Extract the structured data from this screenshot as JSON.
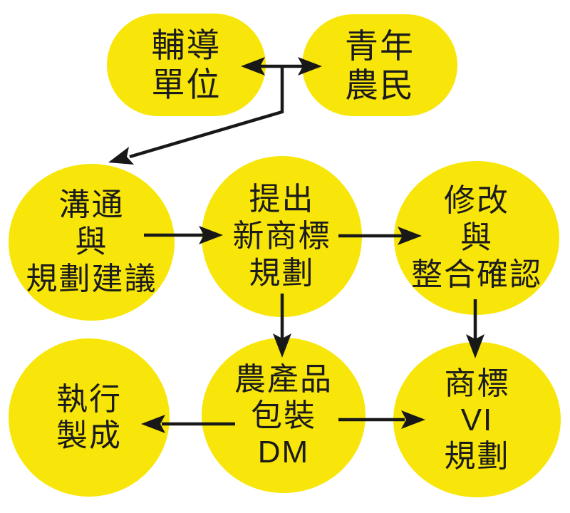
{
  "diagram": {
    "type": "flowchart",
    "colors": {
      "background": "#ffffff",
      "node_fill": "#f8e60a",
      "line": "#181818",
      "text": "#1b1b1b"
    },
    "nodes": [
      {
        "id": "counseling-unit",
        "lines": [
          "輔導",
          "單位"
        ]
      },
      {
        "id": "young-farmers",
        "lines": [
          "青年",
          "農民"
        ]
      },
      {
        "id": "communication-planning",
        "lines": [
          "溝通",
          "與",
          "規劃建議"
        ]
      },
      {
        "id": "new-trademark-proposal",
        "lines": [
          "提出",
          "新商標",
          "規劃"
        ]
      },
      {
        "id": "revision-confirmation",
        "lines": [
          "修改",
          "與",
          "整合確認"
        ]
      },
      {
        "id": "execution-production",
        "lines": [
          "執行",
          "製成"
        ]
      },
      {
        "id": "produce-packaging-dm",
        "lines": [
          "農產品",
          "包裝",
          "DM"
        ]
      },
      {
        "id": "trademark-vi-planning",
        "lines": [
          "商標",
          "VI",
          "規劃"
        ]
      }
    ],
    "edges": [
      {
        "from": "counseling-unit",
        "to": "young-farmers",
        "bidirectional": true
      },
      {
        "from": "counseling-unit-and-young-farmers",
        "to": "communication-planning",
        "bidirectional": false
      },
      {
        "from": "communication-planning",
        "to": "new-trademark-proposal",
        "bidirectional": false
      },
      {
        "from": "new-trademark-proposal",
        "to": "revision-confirmation",
        "bidirectional": false
      },
      {
        "from": "new-trademark-proposal",
        "to": "produce-packaging-dm",
        "bidirectional": false
      },
      {
        "from": "revision-confirmation",
        "to": "trademark-vi-planning",
        "bidirectional": false
      },
      {
        "from": "produce-packaging-dm",
        "to": "execution-production",
        "bidirectional": false
      },
      {
        "from": "produce-packaging-dm",
        "to": "trademark-vi-planning",
        "bidirectional": false
      }
    ]
  }
}
